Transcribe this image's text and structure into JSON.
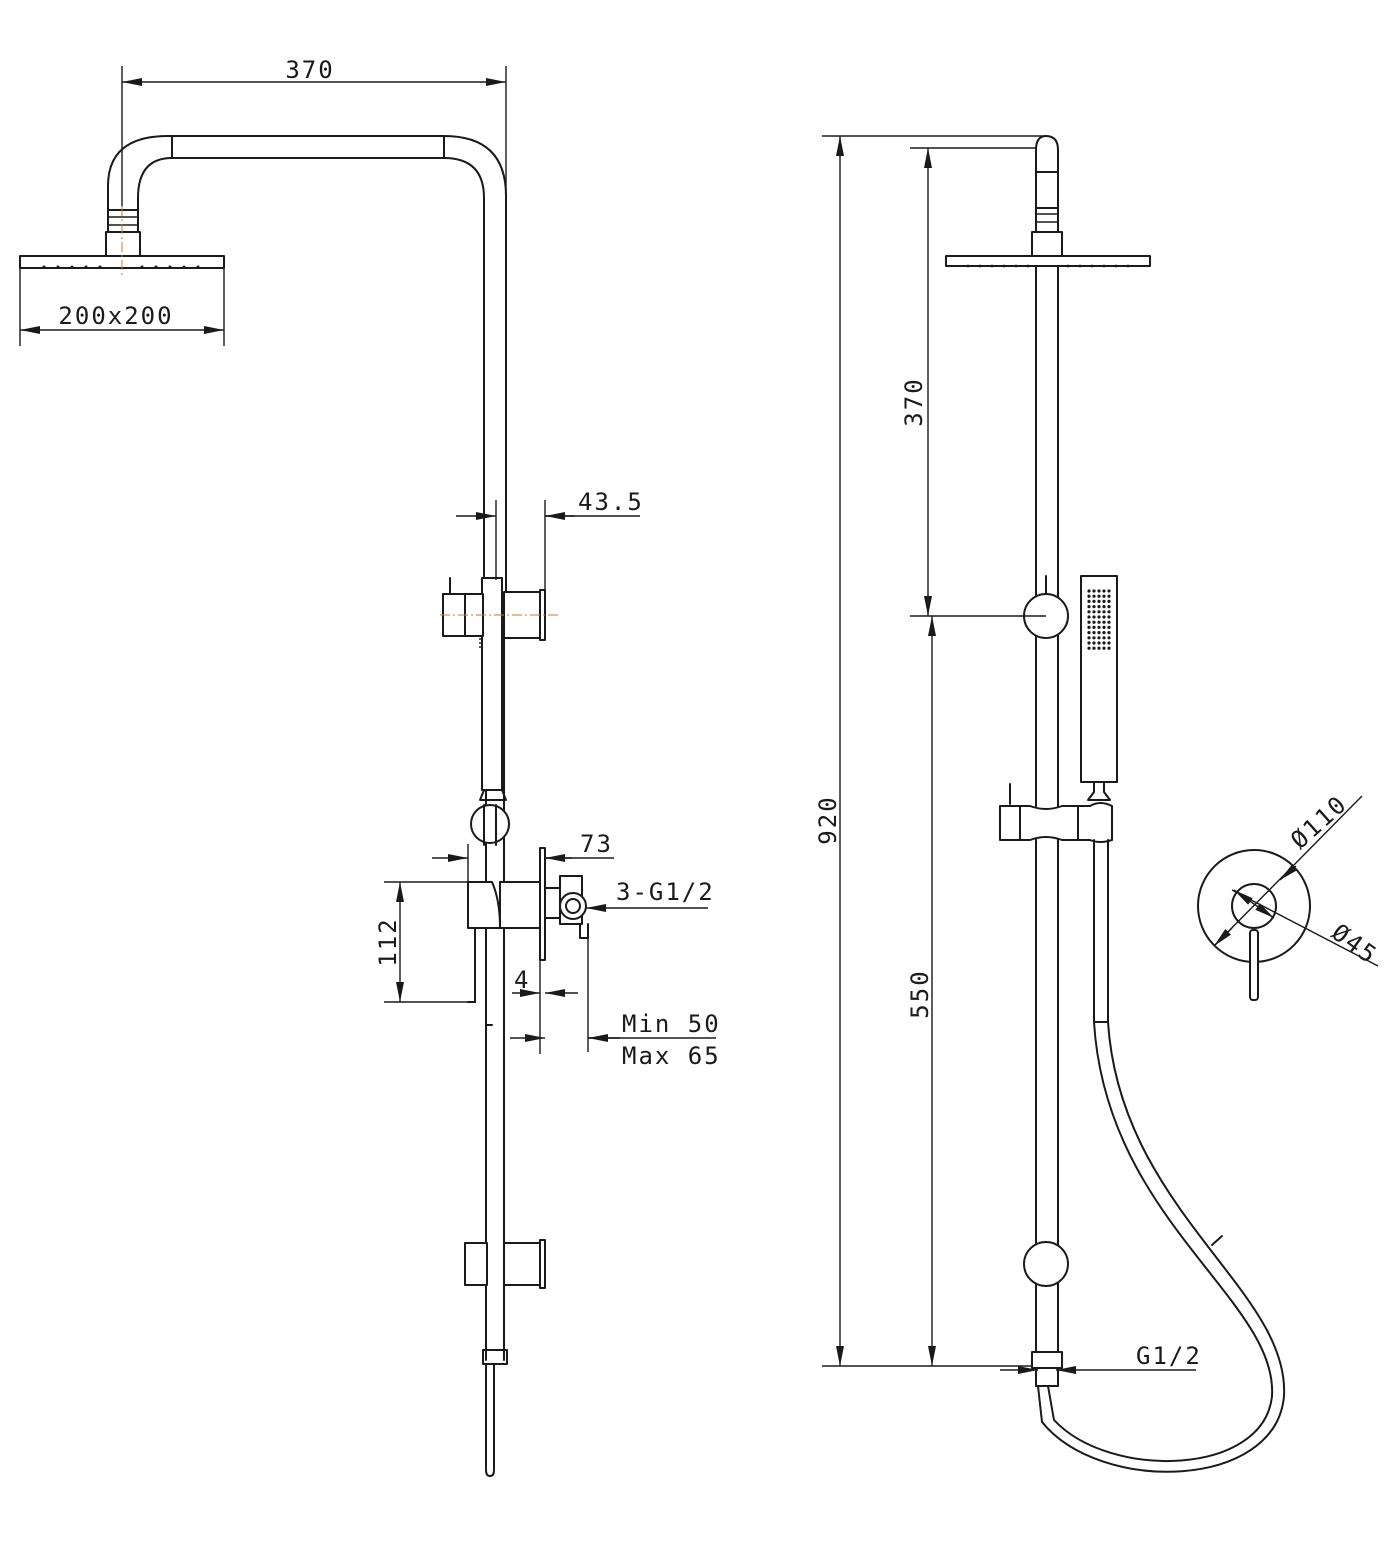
{
  "dimensions": {
    "arm_reach": "370",
    "head_size": "200x200",
    "bracket_offset": "43.5",
    "mixer_projection": "73",
    "mixer_height": "112",
    "inlet_spec": "3-G1/2",
    "plate_gap": "4",
    "depth_min": "Min 50",
    "depth_max": "Max 65",
    "overall_height": "920",
    "head_to_holder": "370",
    "holder_to_base": "550",
    "base_inlet": "G1/2",
    "plate_diameter": "Ø110",
    "hub_diameter": "Ø45"
  },
  "colors": {
    "line": "#1a1a1a",
    "centerline": "#c07840",
    "background": "#ffffff"
  }
}
